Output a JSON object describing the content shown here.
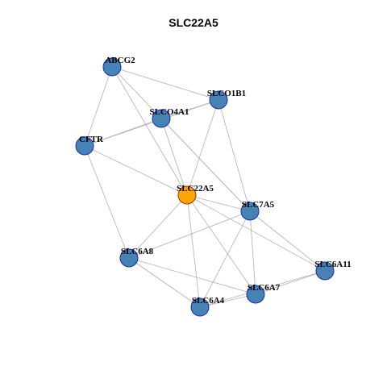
{
  "title": "SLC22A5",
  "colors": {
    "node_fill": "#4682B4",
    "node_stroke": "#1E2BA8",
    "center_fill": "#FFA500",
    "center_stroke": "#8B3A0F",
    "edge": "#B0B0B0"
  },
  "nodes": [
    {
      "id": "ABCG2",
      "label": "ABCG2"
    },
    {
      "id": "SLCO1B1",
      "label": "SLCO1B1"
    },
    {
      "id": "SLCO4A1",
      "label": "SLCO4A1"
    },
    {
      "id": "CFTR",
      "label": "CFTR"
    },
    {
      "id": "SLC22A5",
      "label": "SLC22A5",
      "center": true
    },
    {
      "id": "SLC7A5",
      "label": "SLC7A5"
    },
    {
      "id": "SLC6A8",
      "label": "SLC6A8"
    },
    {
      "id": "SLC6A11",
      "label": "SLC6A11"
    },
    {
      "id": "SLC6A7",
      "label": "SLC6A7"
    },
    {
      "id": "SLC6A4",
      "label": "SLC6A4"
    }
  ],
  "edges": [
    [
      "ABCG2",
      "SLCO1B1"
    ],
    [
      "ABCG2",
      "CFTR"
    ],
    [
      "ABCG2",
      "SLC22A5"
    ],
    [
      "ABCG2",
      "SLC7A5"
    ],
    [
      "SLCO1B1",
      "SLCO4A1"
    ],
    [
      "SLCO1B1",
      "CFTR"
    ],
    [
      "SLCO1B1",
      "SLC22A5"
    ],
    [
      "SLCO1B1",
      "SLC7A5"
    ],
    [
      "SLCO4A1",
      "CFTR"
    ],
    [
      "SLCO4A1",
      "SLC22A5"
    ],
    [
      "SLCO4A1",
      "SLC7A5"
    ],
    [
      "CFTR",
      "SLC22A5"
    ],
    [
      "CFTR",
      "SLC6A8"
    ],
    [
      "SLC22A5",
      "SLC7A5"
    ],
    [
      "SLC22A5",
      "SLC6A8"
    ],
    [
      "SLC22A5",
      "SLC6A4"
    ],
    [
      "SLC22A5",
      "SLC6A7"
    ],
    [
      "SLC22A5",
      "SLC6A11"
    ],
    [
      "SLC7A5",
      "SLC6A8"
    ],
    [
      "SLC7A5",
      "SLC6A4"
    ],
    [
      "SLC7A5",
      "SLC6A7"
    ],
    [
      "SLC7A5",
      "SLC6A11"
    ],
    [
      "SLC6A8",
      "SLC6A7"
    ],
    [
      "SLC6A8",
      "SLC6A4"
    ],
    [
      "SLC6A11",
      "SLC6A7"
    ],
    [
      "SLC6A11",
      "SLC6A4"
    ],
    [
      "SLC6A7",
      "SLC6A4"
    ]
  ]
}
